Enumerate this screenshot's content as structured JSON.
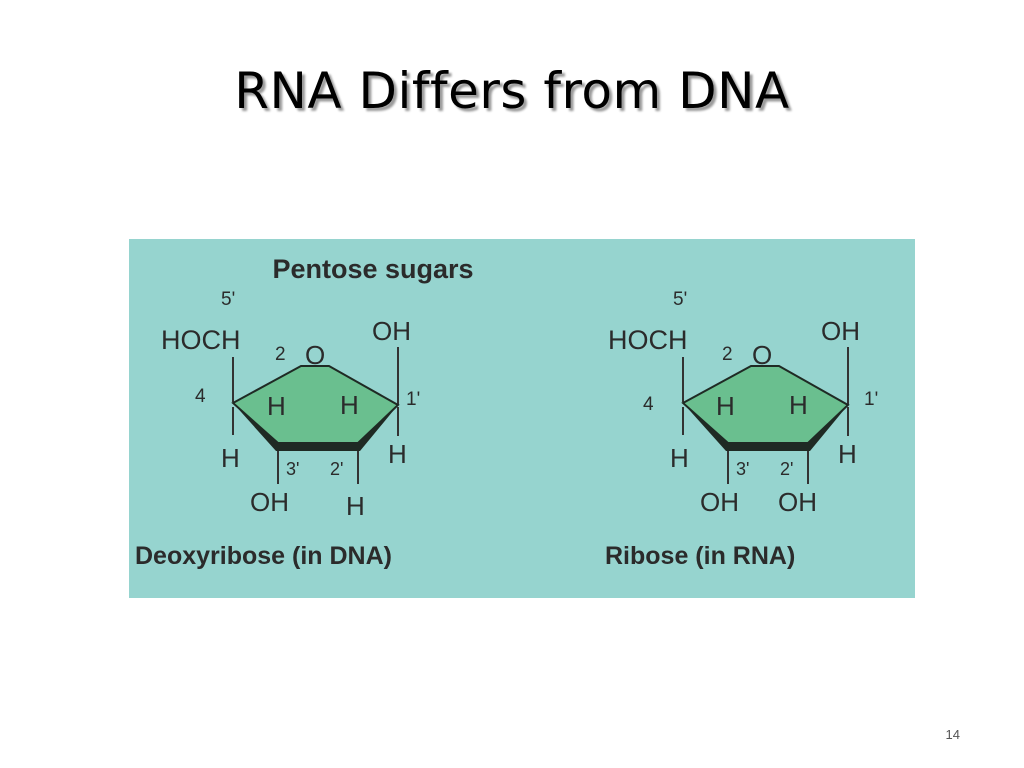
{
  "slide": {
    "title": "RNA Differs from DNA",
    "page_number": "14"
  },
  "figure": {
    "heading": "Pentose sugars",
    "colors": {
      "background": "#96d4cf",
      "ring_fill": "#6abf8f",
      "ring_edge": "#1f2a24"
    },
    "deoxyribose": {
      "label_5prime": "5'",
      "hoch": "HOCH",
      "sub2": "2",
      "ring_o": "O",
      "oh_c1": "OH",
      "num_4": "4",
      "num_1prime": "1'",
      "h_c4_top": "H",
      "h_c1_top": "H",
      "h_c4_bottom": "H",
      "h_c1_bottom": "H",
      "num_3prime": "3'",
      "num_2prime": "2'",
      "oh_c3": "OH",
      "c2_group": "H",
      "caption": "Deoxyribose (in DNA)"
    },
    "ribose": {
      "label_5prime": "5'",
      "hoch": "HOCH",
      "sub2": "2",
      "ring_o": "O",
      "oh_c1": "OH",
      "num_4": "4",
      "num_1prime": "1'",
      "h_c4_top": "H",
      "h_c1_top": "H",
      "h_c4_bottom": "H",
      "h_c1_bottom": "H",
      "num_3prime": "3'",
      "num_2prime": "2'",
      "oh_c3": "OH",
      "c2_group": "OH",
      "caption": "Ribose (in RNA)"
    }
  }
}
